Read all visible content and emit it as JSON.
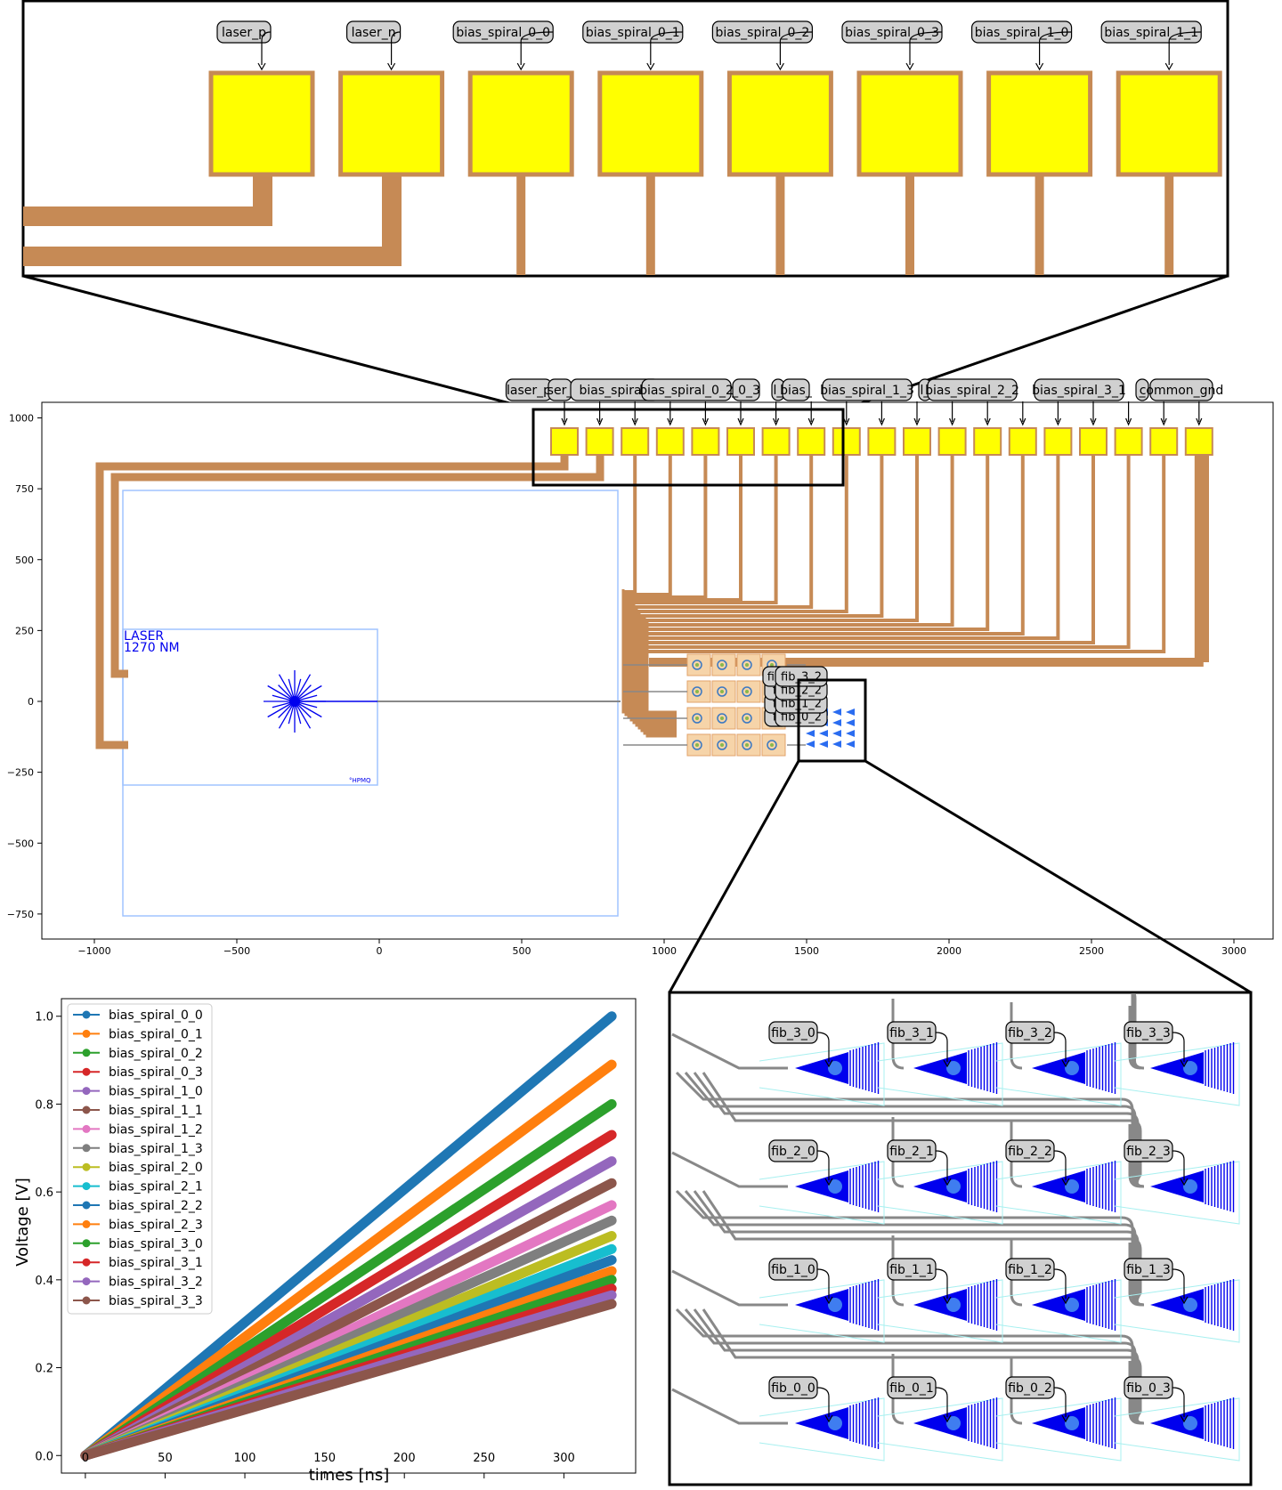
{
  "colors": {
    "pad_fill": "#ffff00",
    "metal": "#c68a55",
    "frame": "#000000",
    "label_bg": "#d0d0d0",
    "laser_blue": "#0000ee",
    "waveguide": "#888888",
    "outline": "#a0c4ff",
    "fib_outline": "#a8f0f0"
  },
  "zoom_top": {
    "pad_labels": [
      "laser_p",
      "laser_n",
      "bias_spiral_0_0",
      "bias_spiral_0_1",
      "bias_spiral_0_2",
      "bias_spiral_0_3",
      "bias_spiral_1_0",
      "bias_spiral_1_1"
    ]
  },
  "layout_plot": {
    "pad_labels_visible": [
      "laser_p",
      "ser_",
      "bias_spiral_",
      "bias_spiral_0_2",
      "_0_3",
      "l_",
      "bias_",
      "bias_spiral_1_3",
      "l_",
      "bias_spiral_2_2",
      "bias_spiral_3_1",
      "_",
      "common_gnd"
    ],
    "x_ticks": [
      "−1000",
      "−500",
      "0",
      "500",
      "1000",
      "1500",
      "2000",
      "2500",
      "3000"
    ],
    "y_ticks": [
      "1000",
      "750",
      "500",
      "250",
      "0",
      "−250",
      "−500",
      "−750"
    ],
    "laser_text": [
      "LASER",
      "1270 NM"
    ],
    "logo_text": "°HPMQ",
    "fib_overlap_labels": [
      "fib_3_2",
      "fib_2_2",
      "fib_1_2",
      "fib_0_2",
      "fib",
      "fi",
      "fi",
      "fi"
    ]
  },
  "zoom_bottom": {
    "fib_labels": [
      [
        "fib_3_0",
        "fib_3_1",
        "fib_3_2",
        "fib_3_3"
      ],
      [
        "fib_2_0",
        "fib_2_1",
        "fib_2_2",
        "fib_2_3"
      ],
      [
        "fib_1_0",
        "fib_1_1",
        "fib_1_2",
        "fib_1_3"
      ],
      [
        "fib_0_0",
        "fib_0_1",
        "fib_0_2",
        "fib_0_3"
      ]
    ]
  },
  "chart_data": {
    "type": "scatter",
    "xlabel": "times [ns]",
    "ylabel": "Voltage [V]",
    "xlim": [
      -15,
      345
    ],
    "ylim": [
      -0.04,
      1.04
    ],
    "x_ticks": [
      0,
      50,
      100,
      150,
      200,
      250,
      300
    ],
    "y_ticks": [
      0.0,
      0.2,
      0.4,
      0.6,
      0.8,
      1.0
    ],
    "x_range": [
      0,
      330
    ],
    "legend_position": "top-left",
    "series": [
      {
        "name": "bias_spiral_0_0",
        "color": "#1f77b4",
        "end_value": 1.0
      },
      {
        "name": "bias_spiral_0_1",
        "color": "#ff7f0e",
        "end_value": 0.89
      },
      {
        "name": "bias_spiral_0_2",
        "color": "#2ca02c",
        "end_value": 0.8
      },
      {
        "name": "bias_spiral_0_3",
        "color": "#d62728",
        "end_value": 0.73
      },
      {
        "name": "bias_spiral_1_0",
        "color": "#9467bd",
        "end_value": 0.67
      },
      {
        "name": "bias_spiral_1_1",
        "color": "#8c564b",
        "end_value": 0.62
      },
      {
        "name": "bias_spiral_1_2",
        "color": "#e377c2",
        "end_value": 0.57
      },
      {
        "name": "bias_spiral_1_3",
        "color": "#7f7f7f",
        "end_value": 0.535
      },
      {
        "name": "bias_spiral_2_0",
        "color": "#bcbd22",
        "end_value": 0.5
      },
      {
        "name": "bias_spiral_2_1",
        "color": "#17becf",
        "end_value": 0.47
      },
      {
        "name": "bias_spiral_2_2",
        "color": "#1f77b4",
        "end_value": 0.445
      },
      {
        "name": "bias_spiral_2_3",
        "color": "#ff7f0e",
        "end_value": 0.42
      },
      {
        "name": "bias_spiral_3_0",
        "color": "#2ca02c",
        "end_value": 0.4
      },
      {
        "name": "bias_spiral_3_1",
        "color": "#d62728",
        "end_value": 0.38
      },
      {
        "name": "bias_spiral_3_2",
        "color": "#9467bd",
        "end_value": 0.365
      },
      {
        "name": "bias_spiral_3_3",
        "color": "#8c564b",
        "end_value": 0.345
      }
    ]
  }
}
